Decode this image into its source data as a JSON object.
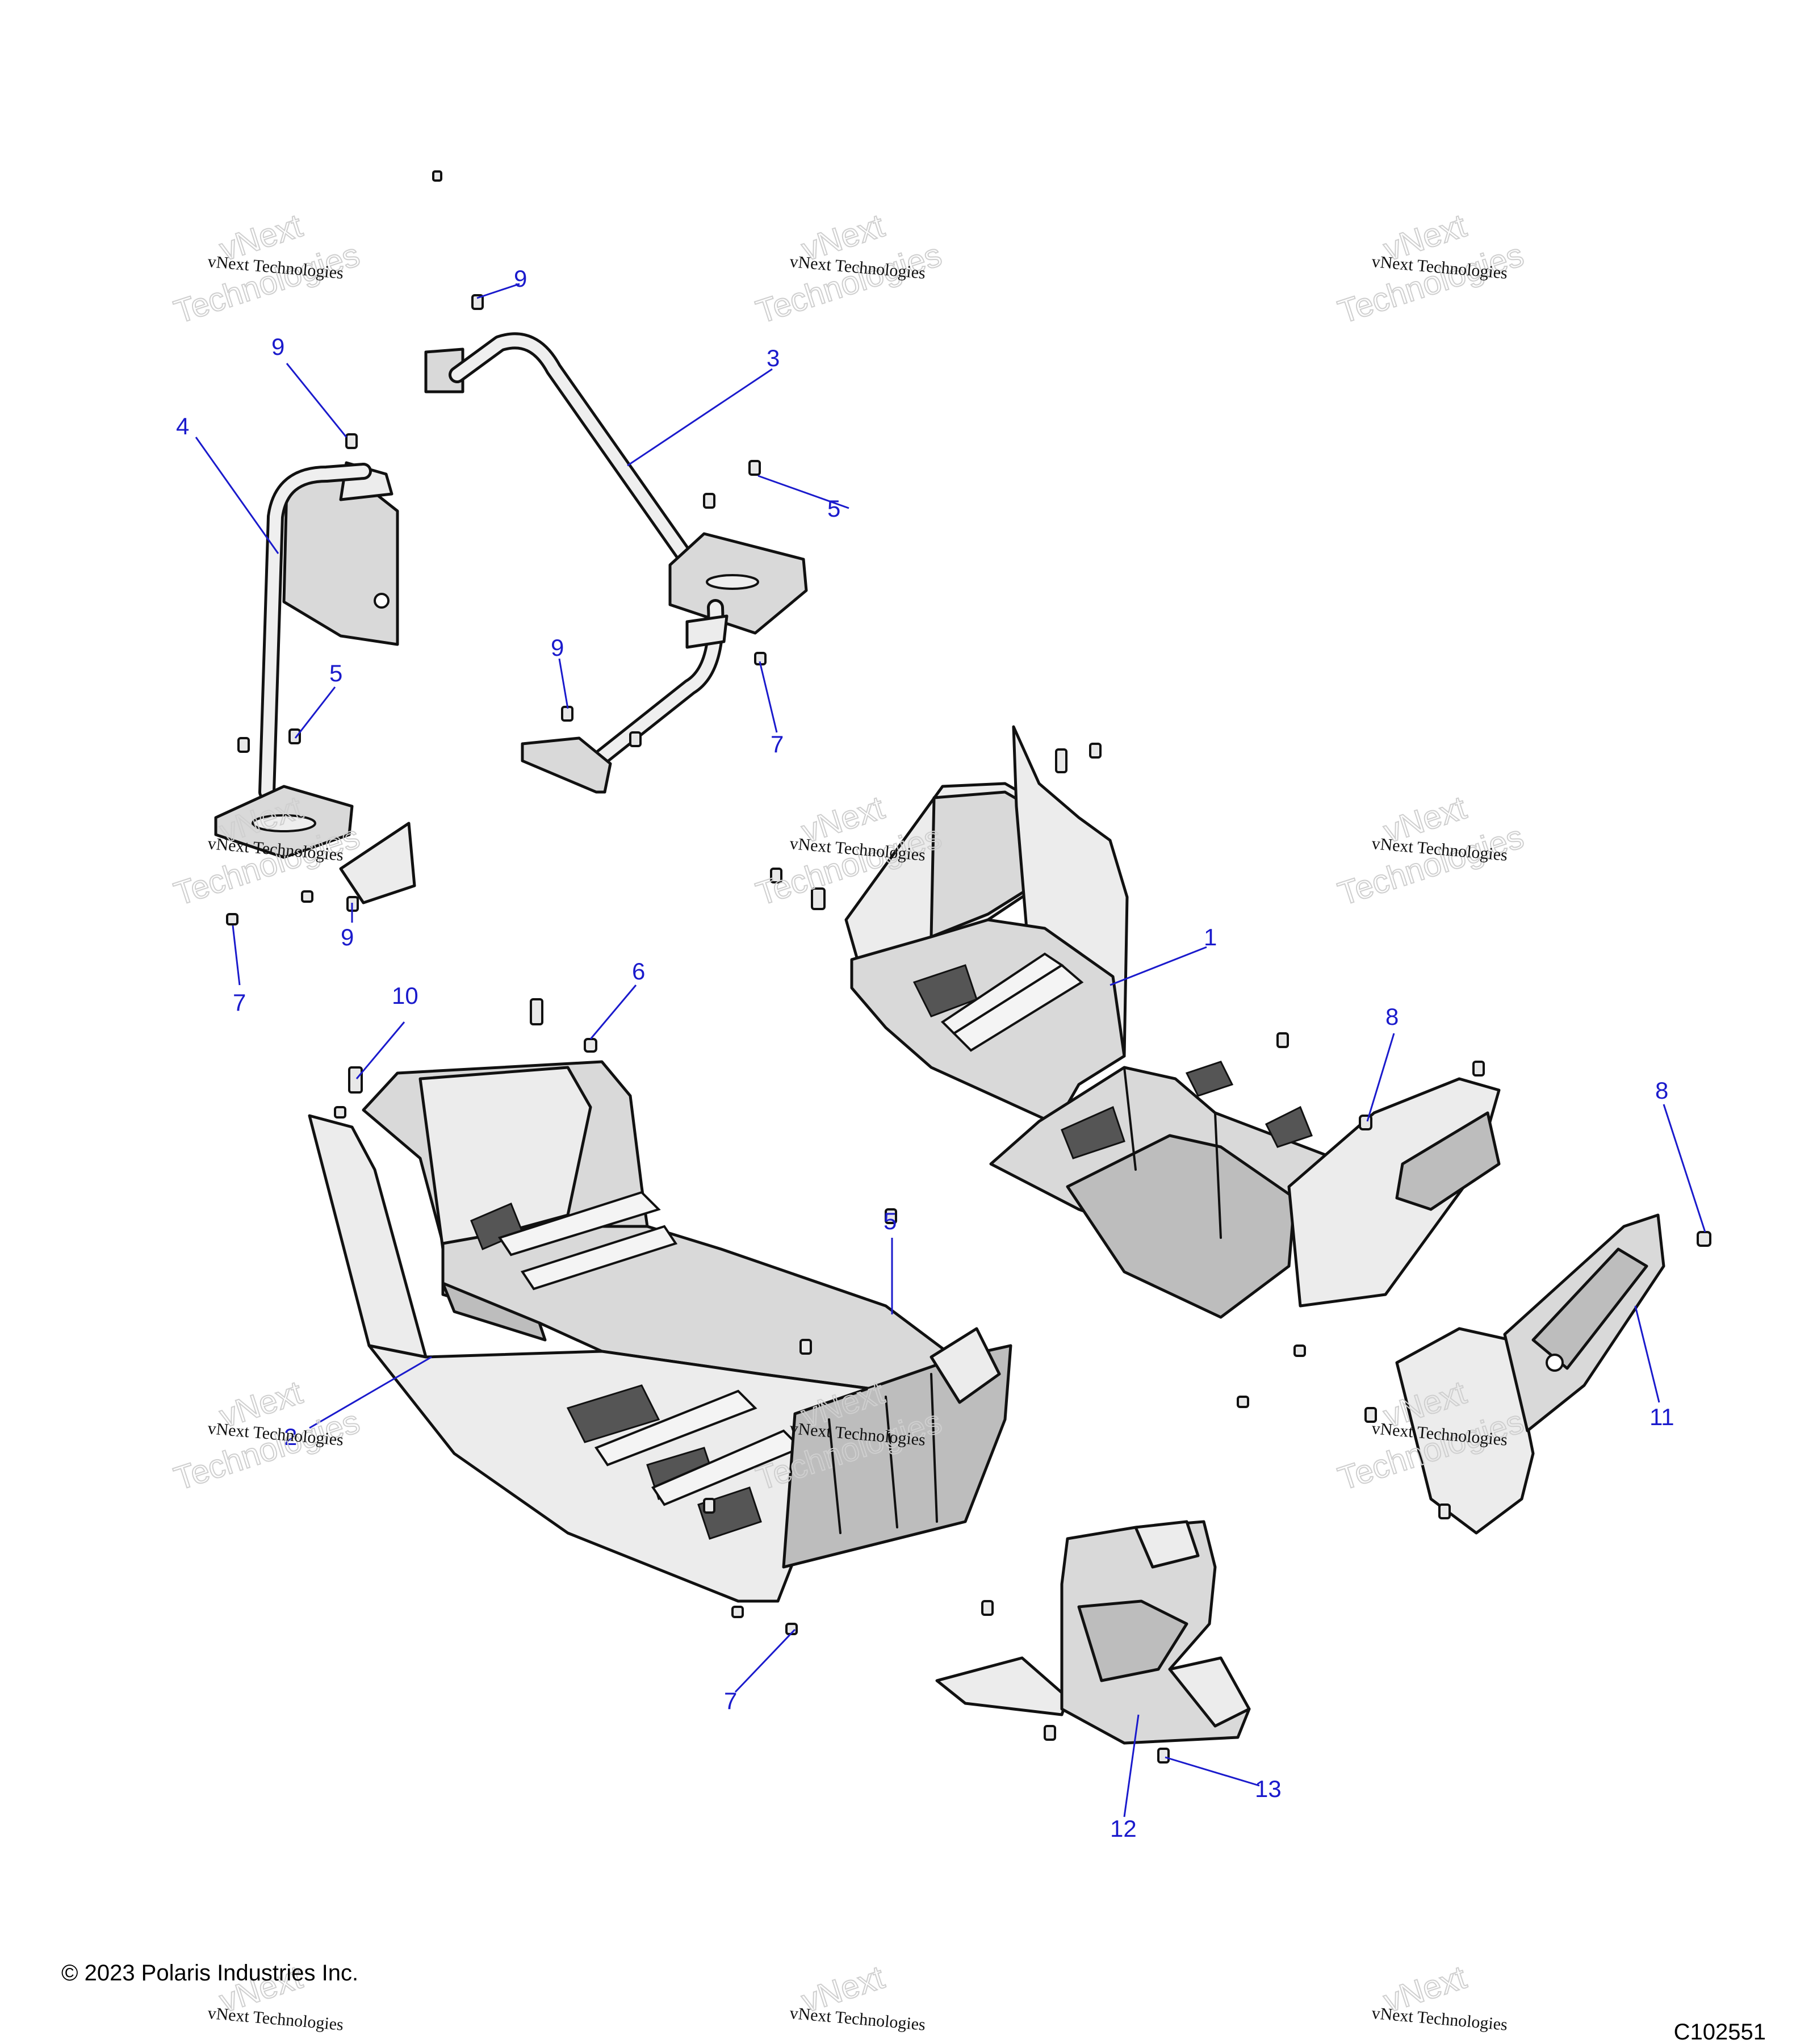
{
  "callouts": [
    {
      "label": "1"
    },
    {
      "label": "2"
    },
    {
      "label": "3"
    },
    {
      "label": "4"
    },
    {
      "label": "5"
    },
    {
      "label": "5"
    },
    {
      "label": "5"
    },
    {
      "label": "6"
    },
    {
      "label": "7"
    },
    {
      "label": "7"
    },
    {
      "label": "7"
    },
    {
      "label": "8"
    },
    {
      "label": "8"
    },
    {
      "label": "9"
    },
    {
      "label": "9"
    },
    {
      "label": "9"
    },
    {
      "label": "9"
    },
    {
      "label": "10"
    },
    {
      "label": "11"
    },
    {
      "label": "12"
    },
    {
      "label": "13"
    }
  ],
  "watermark": {
    "line1": "vNext Technologies",
    "line2": "vNext",
    "line3": "Technologies"
  },
  "footer": {
    "copyright": "© 2023 Polaris Industries Inc.",
    "figure_id": "C102551"
  },
  "colors": {
    "callout": "#1a1acc",
    "part_fill": "#d9d9d9",
    "outline": "#111111"
  }
}
